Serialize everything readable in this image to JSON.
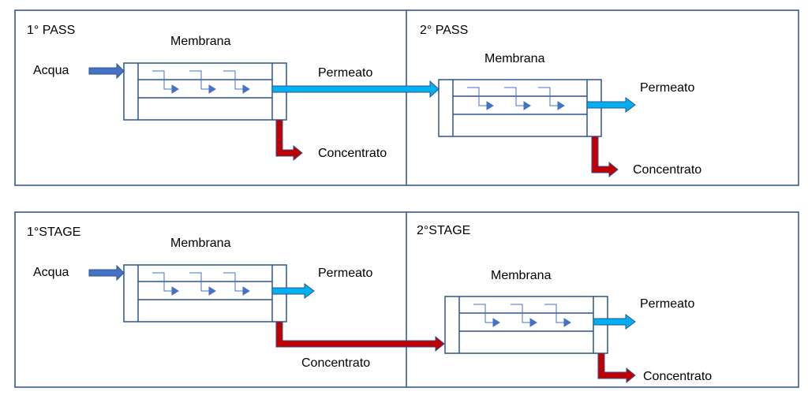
{
  "colors": {
    "frame": "#2F4E8E",
    "membrane": "#2F528F",
    "inlet_arrow": "#4472C4",
    "permeate_arrow": "#00B0F0",
    "concentrate_arrow": "#C00000",
    "flow_lines": "#4472C4"
  },
  "top_panel": {
    "left": {
      "title": "1° PASS",
      "membrane_label": "Membrana",
      "inlet_label": "Acqua",
      "permeate_label": "Permeato",
      "concentrate_label": "Concentrato"
    },
    "right": {
      "title": "2° PASS",
      "membrane_label": "Membrana",
      "permeate_label": "Permeato",
      "concentrate_label": "Concentrato"
    }
  },
  "bottom_panel": {
    "left": {
      "title": "1°STAGE",
      "membrane_label": "Membrana",
      "inlet_label": "Acqua",
      "permeate_label": "Permeato",
      "concentrate_label": "Concentrato"
    },
    "right": {
      "title": "2°STAGE",
      "membrane_label": "Membrana",
      "permeate_label": "Permeato",
      "concentrate_label": "Concentrato"
    }
  }
}
